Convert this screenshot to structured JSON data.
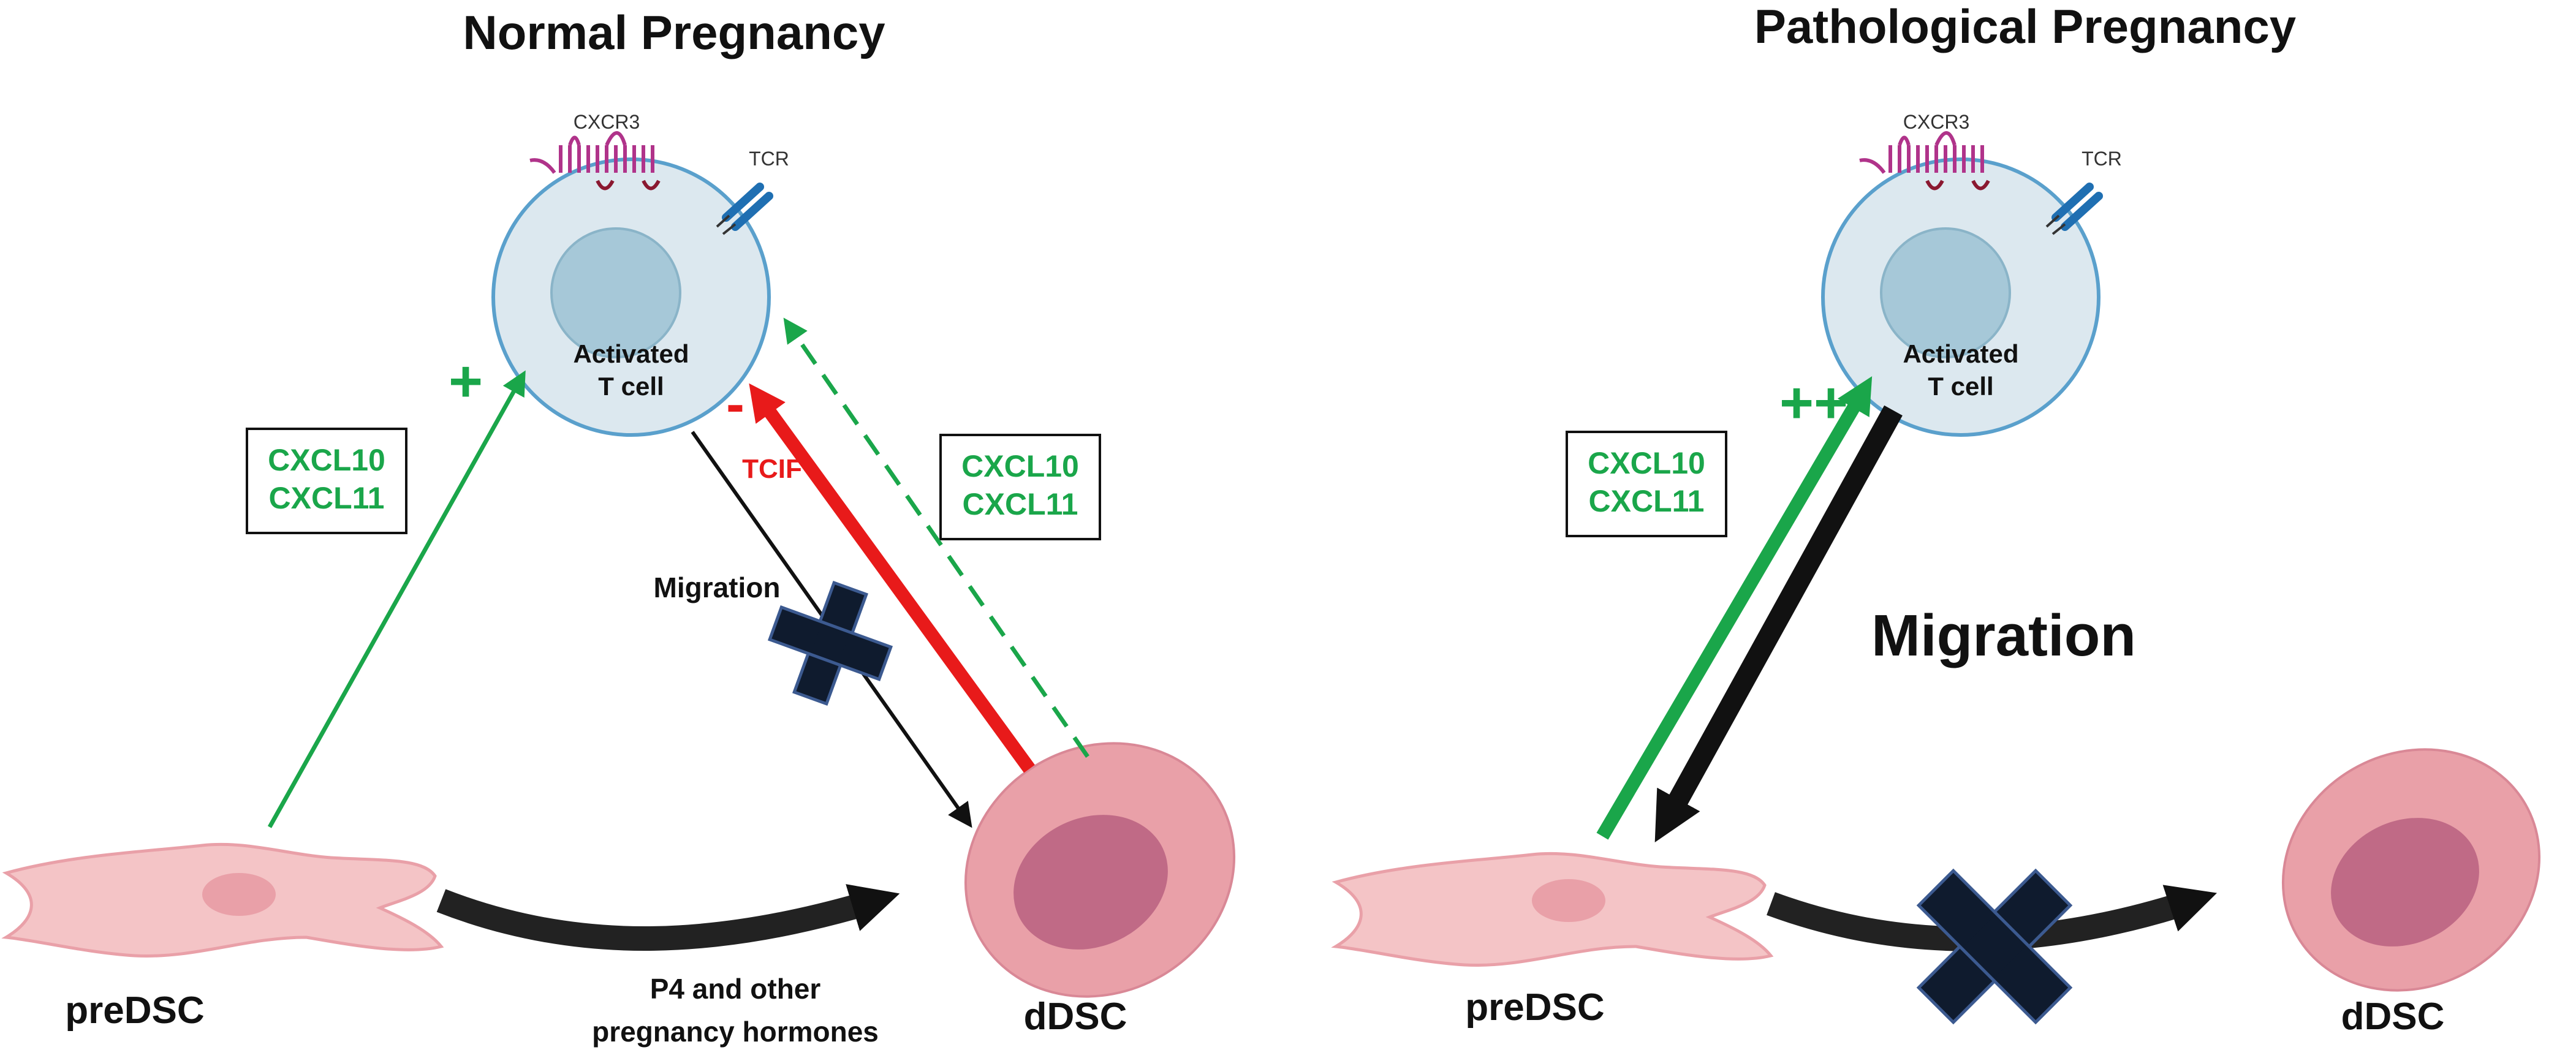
{
  "panels": [
    {
      "title": "Normal Pregnancy",
      "receptor_label": "CXCR3",
      "tcr_label": "TCR",
      "tcell_label_line1": "Activated",
      "tcell_label_line2": "T cell",
      "chemokines_left": [
        "CXCL10",
        "CXCL11"
      ],
      "chemokines_right": [
        "CXCL10",
        "CXCL11"
      ],
      "plus_sign": "+",
      "minus_sign": "-",
      "tcif_label": "TCIF",
      "migration_label": "Migration",
      "predsc_label": "preDSC",
      "ddsc_label": "dDSC",
      "hormone_line1": "P4 and other",
      "hormone_line2": "pregnancy hormones"
    },
    {
      "title": "Pathological Pregnancy",
      "receptor_label": "CXCR3",
      "tcr_label": "TCR",
      "tcell_label_line1": "Activated",
      "tcell_label_line2": "T cell",
      "chemokines_left": [
        "CXCL10",
        "CXCL11"
      ],
      "plus_sign": "++",
      "migration_label": "Migration",
      "predsc_label": "preDSC",
      "ddsc_label": "dDSC"
    }
  ],
  "colors": {
    "green": "#1aa64a",
    "red": "#e81a1a",
    "black": "#111111",
    "cell_fill": "#dce8ef",
    "cell_border": "#5aa0cc",
    "nucleus": "#a6c8d8",
    "pink_light": "#f4c4c6",
    "pink_mid": "#e9a0a8",
    "pink_dark": "#c06a86",
    "receptor": "#b0338a",
    "tcr": "#1f6fb2",
    "x_mark": "#0f1b2e"
  }
}
